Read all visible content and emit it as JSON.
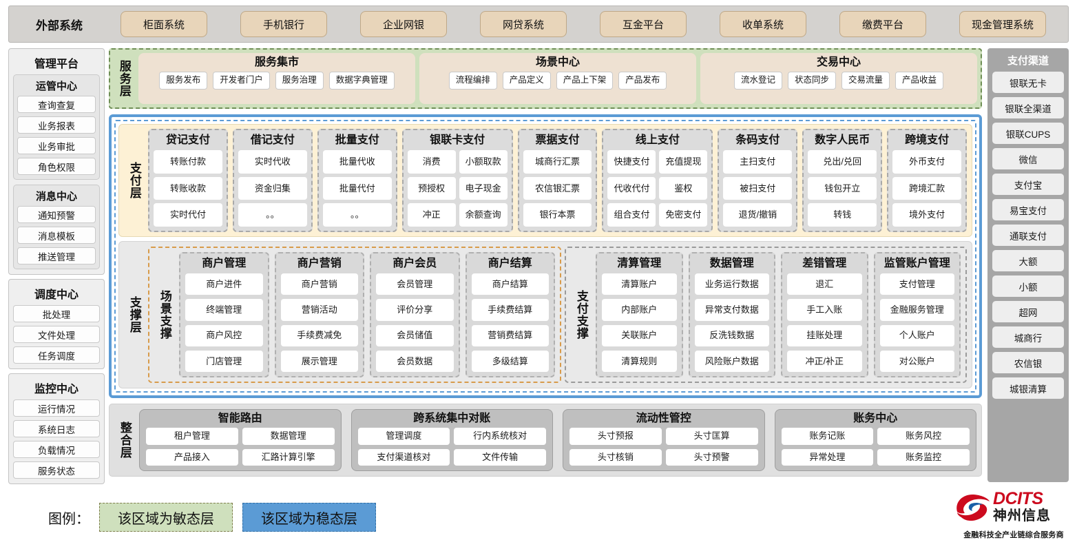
{
  "external": {
    "title": "外部系统",
    "items": [
      "柜面系统",
      "手机银行",
      "企业网银",
      "网贷系统",
      "互金平台",
      "收单系统",
      "缴费平台",
      "现金管理系统"
    ]
  },
  "left_sidebar": {
    "title": "管理平台",
    "groups": [
      {
        "title": "",
        "subs": [
          {
            "title": "运管中心",
            "items": [
              "查询查复",
              "业务报表",
              "业务审批",
              "角色权限"
            ]
          },
          {
            "title": "消息中心",
            "items": [
              "通知预警",
              "消息模板",
              "推送管理"
            ]
          }
        ]
      },
      {
        "title": "调度中心",
        "items": [
          "批处理",
          "文件处理",
          "任务调度"
        ]
      },
      {
        "title": "监控中心",
        "items": [
          "运行情况",
          "系统日志",
          "负载情况",
          "服务状态"
        ]
      }
    ]
  },
  "right_sidebar": {
    "title": "支付渠道",
    "items": [
      "银联无卡",
      "银联全渠道",
      "银联CUPS",
      "微信",
      "支付宝",
      "易宝支付",
      "通联支付",
      "大额",
      "小额",
      "超网",
      "城商行",
      "农信银",
      "城银清算"
    ]
  },
  "service_layer": {
    "label": "服务层",
    "panels": [
      {
        "title": "服务集市",
        "items": [
          "服务发布",
          "开发者门户",
          "服务治理",
          "数据字典管理"
        ]
      },
      {
        "title": "场景中心",
        "items": [
          "流程编排",
          "产品定义",
          "产品上下架",
          "产品发布"
        ]
      },
      {
        "title": "交易中心",
        "items": [
          "流水登记",
          "状态同步",
          "交易流量",
          "产品收益"
        ]
      }
    ]
  },
  "payment_layer": {
    "label": "支付层",
    "groups": [
      {
        "title": "贷记支付",
        "cols": 1,
        "items": [
          "转账付款",
          "转账收款",
          "实时代付"
        ]
      },
      {
        "title": "借记支付",
        "cols": 1,
        "items": [
          "实时代收",
          "资金归集",
          "。。"
        ]
      },
      {
        "title": "批量支付",
        "cols": 1,
        "items": [
          "批量代收",
          "批量代付",
          "。。"
        ]
      },
      {
        "title": "银联卡支付",
        "cols": 2,
        "items": [
          "消费",
          "小额取款",
          "预授权",
          "电子现金",
          "冲正",
          "余额查询"
        ]
      },
      {
        "title": "票据支付",
        "cols": 1,
        "items": [
          "城商行汇票",
          "农信银汇票",
          "银行本票"
        ]
      },
      {
        "title": "线上支付",
        "cols": 2,
        "items": [
          "快捷支付",
          "充值提现",
          "代收代付",
          "鉴权",
          "组合支付",
          "免密支付"
        ]
      },
      {
        "title": "条码支付",
        "cols": 1,
        "items": [
          "主扫支付",
          "被扫支付",
          "退货/撤销"
        ]
      },
      {
        "title": "数字人民币",
        "cols": 1,
        "items": [
          "兑出/兑回",
          "钱包开立",
          "转钱"
        ]
      },
      {
        "title": "跨境支付",
        "cols": 1,
        "items": [
          "外币支付",
          "跨境汇款",
          "境外支付"
        ]
      }
    ]
  },
  "support_layer": {
    "label": "支撑层",
    "regions": [
      {
        "label": "场景支撑",
        "style": "scene",
        "groups": [
          {
            "title": "商户管理",
            "items": [
              "商户进件",
              "终端管理",
              "商户风控",
              "门店管理"
            ]
          },
          {
            "title": "商户营销",
            "items": [
              "商户营销",
              "营销活动",
              "手续费减免",
              "展示管理"
            ]
          },
          {
            "title": "商户会员",
            "items": [
              "会员管理",
              "评价分享",
              "会员储值",
              "会员数据"
            ]
          },
          {
            "title": "商户结算",
            "items": [
              "商户结算",
              "手续费结算",
              "营销费结算",
              "多级结算"
            ]
          }
        ]
      },
      {
        "label": "支付支撑",
        "style": "paysup",
        "groups": [
          {
            "title": "清算管理",
            "items": [
              "清算账户",
              "内部账户",
              "关联账户",
              "清算规则"
            ]
          },
          {
            "title": "数据管理",
            "items": [
              "业务运行数据",
              "异常支付数据",
              "反洗钱数据",
              "风险账户数据"
            ]
          },
          {
            "title": "差错管理",
            "items": [
              "退汇",
              "手工入账",
              "挂账处理",
              "冲正/补正"
            ]
          },
          {
            "title": "监管账户管理",
            "items": [
              "支付管理",
              "金融服务管理",
              "个人账户",
              "对公账户"
            ]
          }
        ]
      }
    ]
  },
  "integration_layer": {
    "label": "整合层",
    "groups": [
      {
        "title": "智能路由",
        "items": [
          "租户管理",
          "数据管理",
          "产品接入",
          "汇路计算引擎"
        ]
      },
      {
        "title": "跨系统集中对账",
        "items": [
          "管理调度",
          "行内系统核对",
          "支付渠道核对",
          "文件传输"
        ]
      },
      {
        "title": "流动性管控",
        "items": [
          "头寸预报",
          "头寸匡算",
          "头寸核销",
          "头寸预警"
        ]
      },
      {
        "title": "账务中心",
        "items": [
          "账务记账",
          "账务风控",
          "异常处理",
          "账务监控"
        ]
      }
    ]
  },
  "legend": {
    "label": "图例：",
    "agile": "该区域为敏态层",
    "stable": "该区域为稳态层",
    "agile_color": "#cfe0bd",
    "stable_color": "#5b9bd5"
  },
  "logo": {
    "en": "DCITS",
    "cn": "神州信息",
    "tagline": "金融科技全产业链综合服务商",
    "brand_color": "#cc0a1e"
  }
}
